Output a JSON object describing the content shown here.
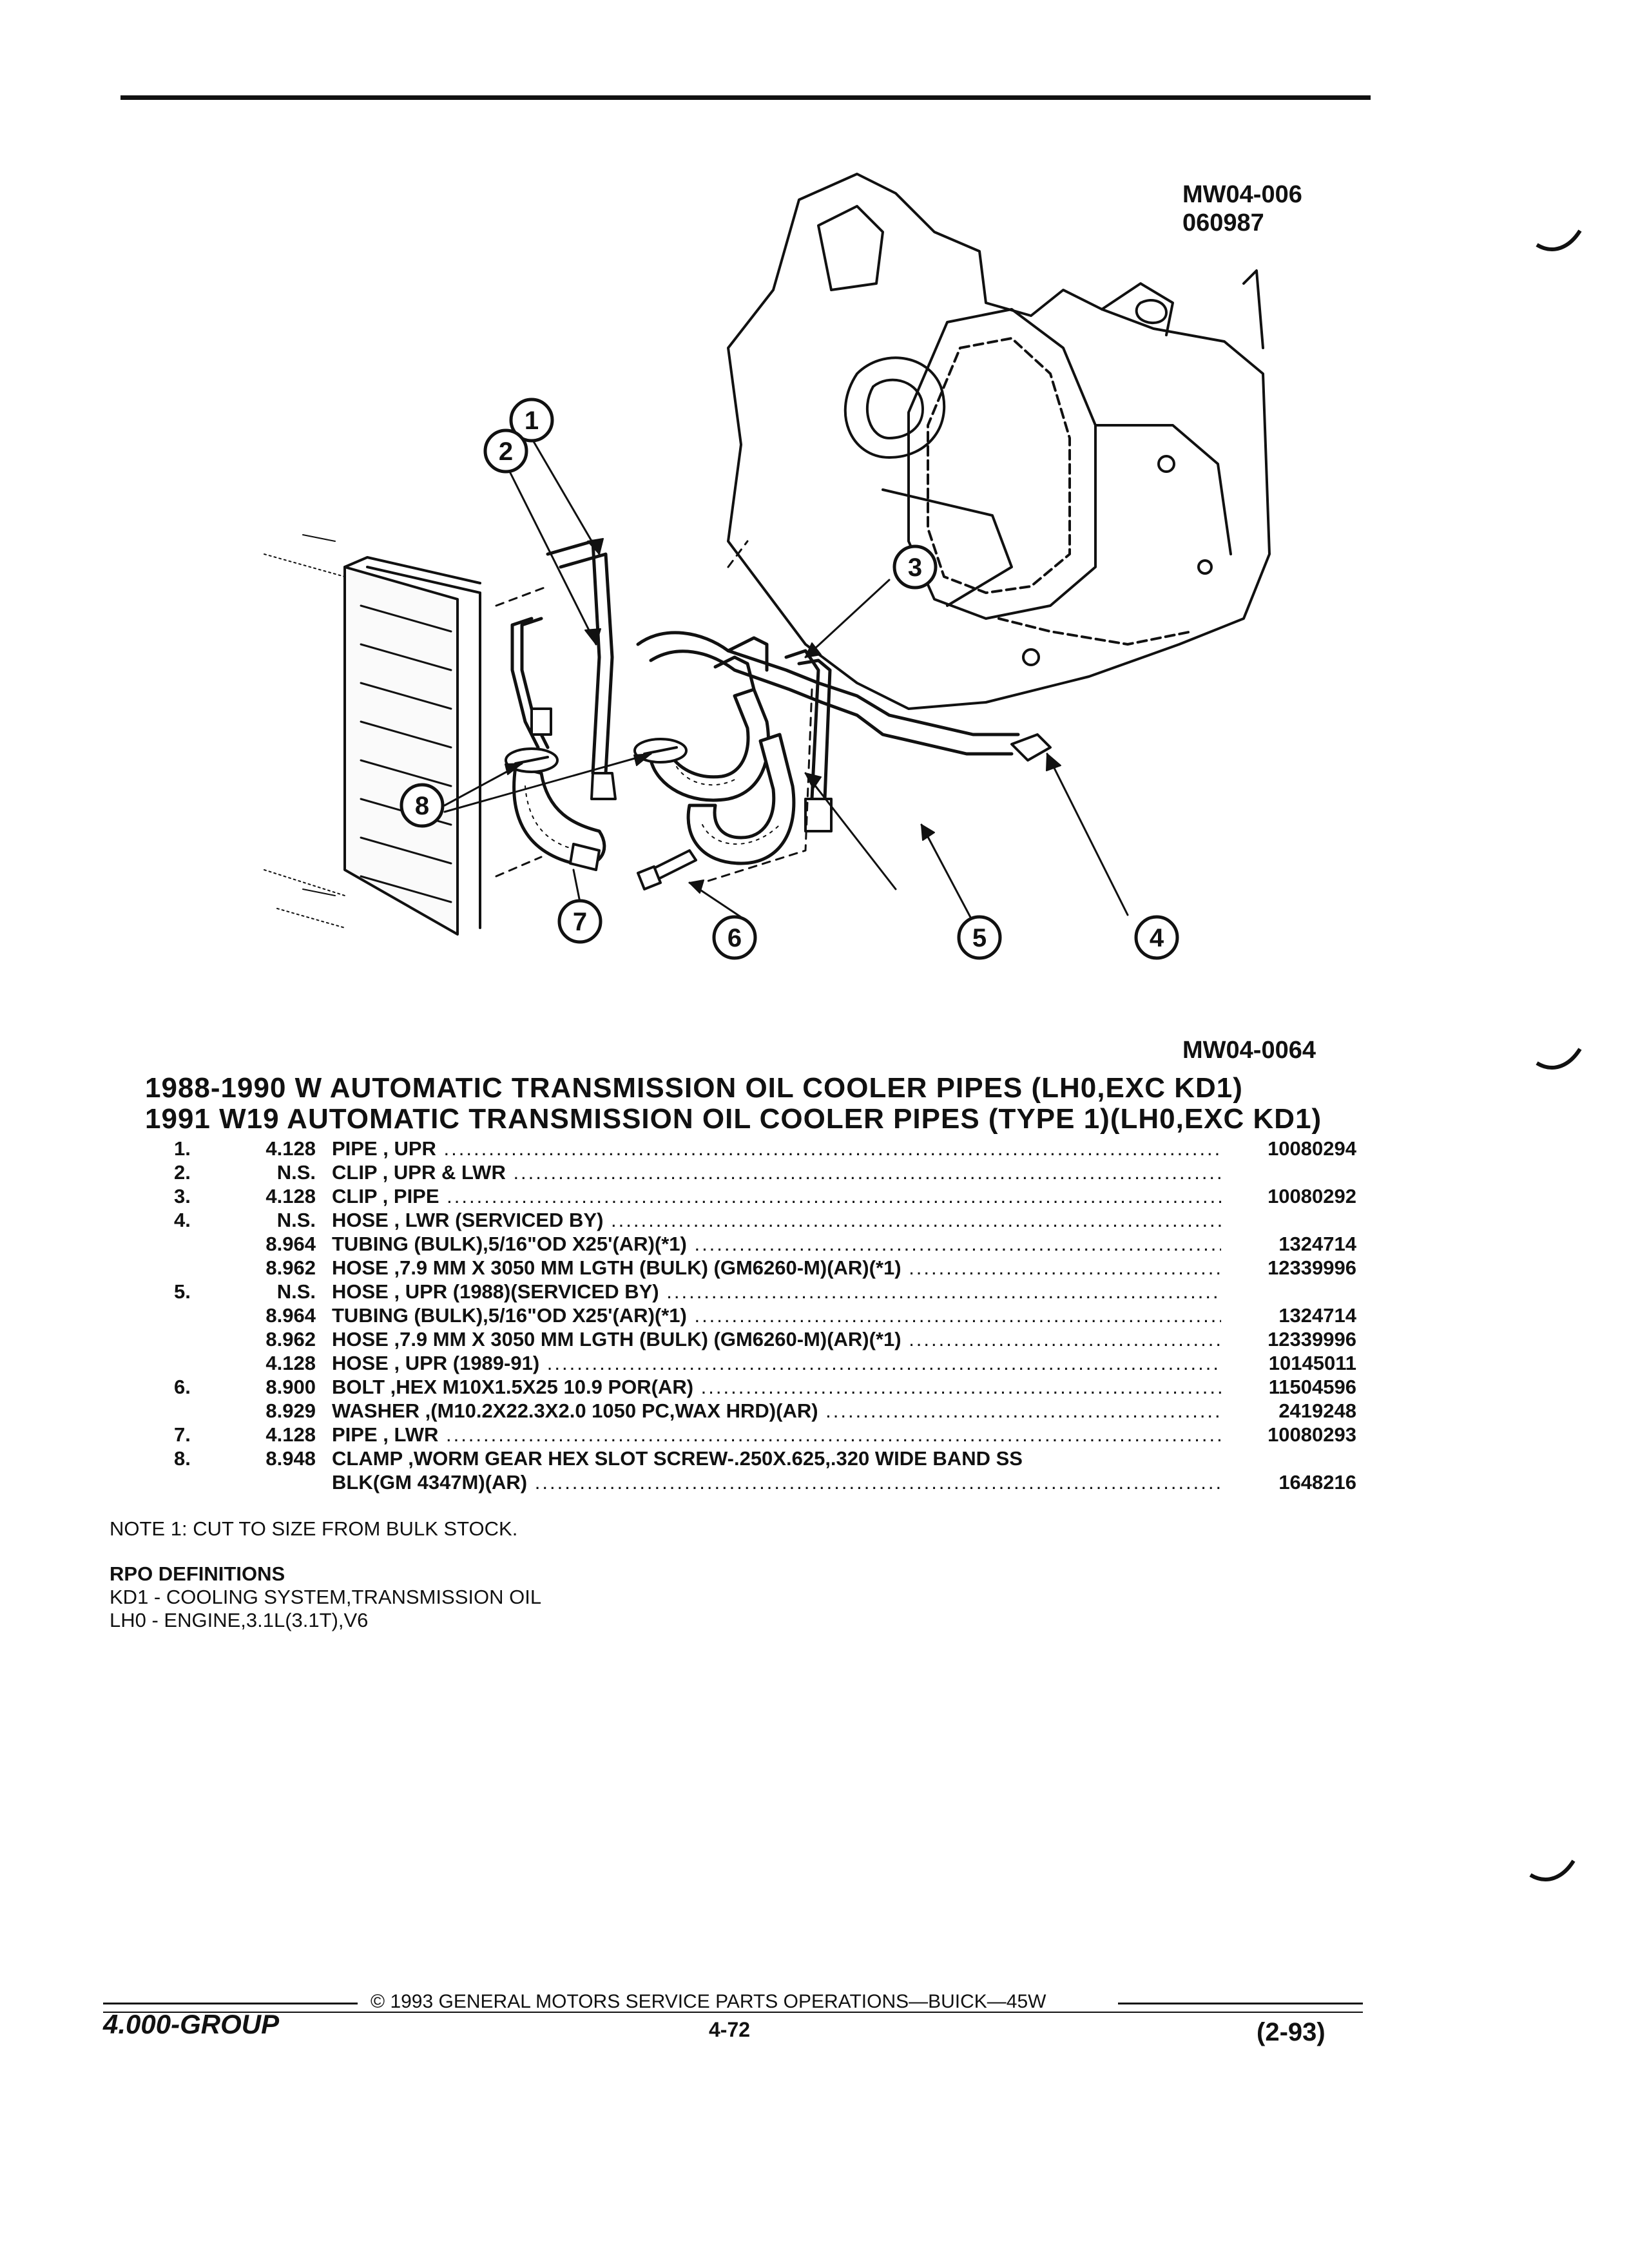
{
  "header": {
    "figure_code_1": "MW04-006",
    "figure_code_2": "060987",
    "figure_code_3": "MW04-0064"
  },
  "callouts": [
    "1",
    "2",
    "3",
    "4",
    "5",
    "6",
    "7",
    "8"
  ],
  "titles": {
    "line1": "1988-1990 W AUTOMATIC TRANSMISSION OIL COOLER PIPES (LH0,EXC KD1)",
    "line2": "1991 W19 AUTOMATIC TRANSMISSION OIL COOLER PIPES (TYPE 1)(LH0,EXC KD1)"
  },
  "parts": [
    {
      "num": "1.",
      "group": "4.128",
      "desc": "PIPE , UPR",
      "part_no": "10080294"
    },
    {
      "num": "2.",
      "group": "N.S.",
      "desc": "CLIP , UPR & LWR",
      "part_no": ""
    },
    {
      "num": "3.",
      "group": "4.128",
      "desc": "CLIP , PIPE",
      "part_no": "10080292"
    },
    {
      "num": "4.",
      "group": "N.S.",
      "desc": "HOSE , LWR (SERVICED BY)",
      "part_no": ""
    },
    {
      "num": "",
      "group": "8.964",
      "desc": "TUBING (BULK),5/16\"OD X25'(AR)(*1)",
      "part_no": "1324714"
    },
    {
      "num": "",
      "group": "8.962",
      "desc": "HOSE ,7.9 MM X 3050 MM LGTH (BULK) (GM6260-M)(AR)(*1)",
      "part_no": "12339996"
    },
    {
      "num": "5.",
      "group": "N.S.",
      "desc": "HOSE , UPR (1988)(SERVICED BY)",
      "part_no": ""
    },
    {
      "num": "",
      "group": "8.964",
      "desc": "TUBING (BULK),5/16\"OD X25'(AR)(*1)",
      "part_no": "1324714"
    },
    {
      "num": "",
      "group": "8.962",
      "desc": "HOSE ,7.9 MM X 3050 MM LGTH (BULK) (GM6260-M)(AR)(*1)",
      "part_no": "12339996"
    },
    {
      "num": "",
      "group": "4.128",
      "desc": "HOSE , UPR (1989-91)",
      "part_no": "10145011"
    },
    {
      "num": "6.",
      "group": "8.900",
      "desc": "BOLT ,HEX M10X1.5X25 10.9 POR(AR)",
      "part_no": "11504596"
    },
    {
      "num": "",
      "group": "8.929",
      "desc": "WASHER ,(M10.2X22.3X2.0 1050 PC,WAX HRD)(AR)",
      "part_no": "2419248"
    },
    {
      "num": "7.",
      "group": "4.128",
      "desc": "PIPE , LWR",
      "part_no": "10080293"
    },
    {
      "num": "8.",
      "group": "8.948",
      "desc": "CLAMP ,WORM GEAR HEX SLOT SCREW-.250X.625,.320 WIDE BAND SS",
      "part_no": ""
    },
    {
      "num": "",
      "group": "",
      "desc": "BLK(GM 4347M)(AR)",
      "part_no": "1648216"
    }
  ],
  "note": "NOTE  1:  CUT TO SIZE FROM BULK STOCK.",
  "rpo": {
    "heading": "RPO DEFINITIONS",
    "kd1": "KD1 - COOLING SYSTEM,TRANSMISSION OIL",
    "lh0": "LH0 - ENGINE,3.1L(3.1T),V6"
  },
  "footer": {
    "copyright": "© 1993 GENERAL MOTORS SERVICE PARTS OPERATIONS—BUICK—45W",
    "group": "4.000-GROUP",
    "page": "4-72",
    "date": "(2-93)"
  }
}
